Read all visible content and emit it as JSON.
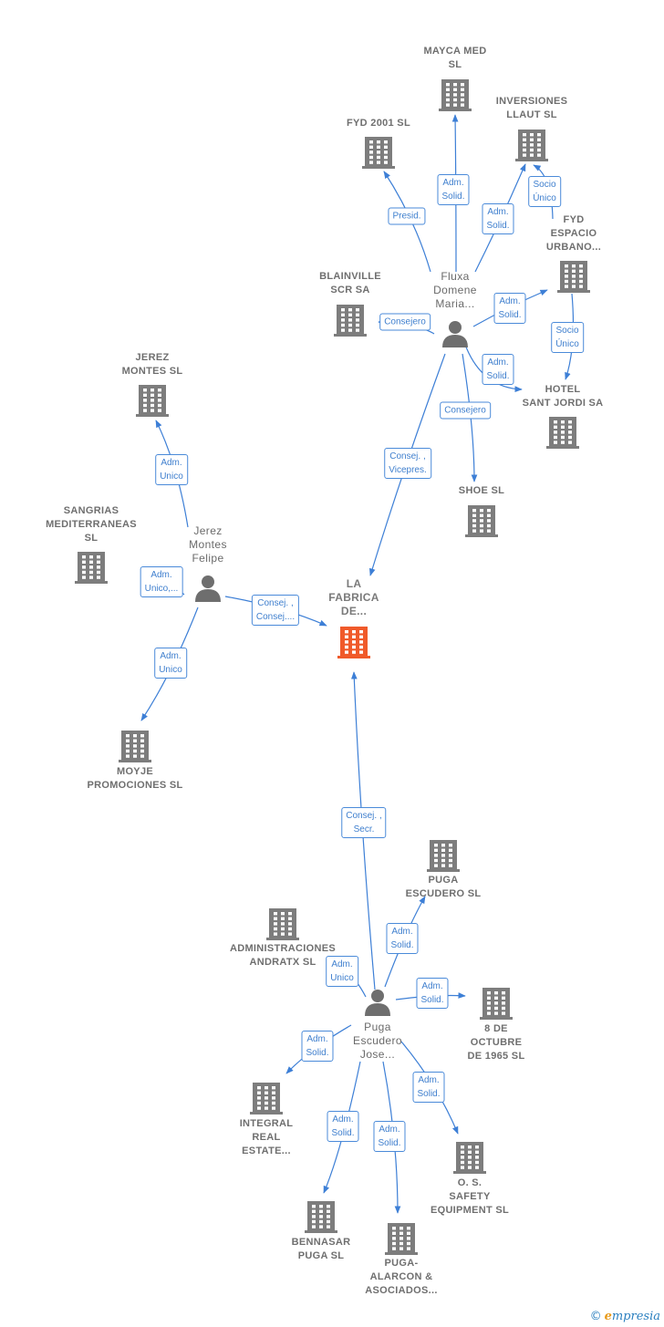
{
  "colors": {
    "edge": "#3d7fd6",
    "company": "#7d7d7d",
    "main_company": "#f05a2a",
    "person": "#6e6e6e"
  },
  "nodes": [
    {
      "id": "la_fabrica",
      "type": "main_company",
      "lines": [
        "LA",
        "FABRICA",
        "DE..."
      ]
    },
    {
      "id": "mayca",
      "type": "company",
      "lines": [
        "MAYCA MED",
        "SL"
      ]
    },
    {
      "id": "inversiones",
      "type": "company",
      "lines": [
        "INVERSIONES",
        "LLAUT  SL"
      ]
    },
    {
      "id": "fyd2001",
      "type": "company",
      "lines": [
        "FYD 2001 SL"
      ]
    },
    {
      "id": "fydespacio",
      "type": "company",
      "lines": [
        "FYD",
        "ESPACIO",
        "URBANO..."
      ]
    },
    {
      "id": "blainville",
      "type": "company",
      "lines": [
        "BLAINVILLE",
        "SCR SA"
      ]
    },
    {
      "id": "fluxa",
      "type": "person",
      "lines": [
        "Fluxa",
        "Domene",
        "Maria..."
      ]
    },
    {
      "id": "hotel",
      "type": "company",
      "lines": [
        "HOTEL",
        "SANT JORDI SA"
      ]
    },
    {
      "id": "shoe",
      "type": "company",
      "lines": [
        "SHOE SL"
      ]
    },
    {
      "id": "jerezmontes",
      "type": "company",
      "lines": [
        "JEREZ",
        "MONTES SL"
      ]
    },
    {
      "id": "sangrias",
      "type": "company",
      "lines": [
        "SANGRIAS",
        "MEDITERRANEAS",
        "SL"
      ]
    },
    {
      "id": "jerezfelipe",
      "type": "person",
      "lines": [
        "Jerez",
        "Montes",
        "Felipe"
      ]
    },
    {
      "id": "moyje",
      "type": "company",
      "lines": [
        "MOYJE",
        "PROMOCIONES SL"
      ]
    },
    {
      "id": "pugaescudero",
      "type": "company",
      "lines": [
        "PUGA",
        "ESCUDERO  SL"
      ]
    },
    {
      "id": "andratx",
      "type": "company",
      "lines": [
        "ADMINISTRACIONES",
        "ANDRATX SL"
      ]
    },
    {
      "id": "pugajose",
      "type": "person",
      "lines": [
        "Puga",
        "Escudero",
        "Jose..."
      ]
    },
    {
      "id": "octubre",
      "type": "company",
      "lines": [
        "8 DE",
        "OCTUBRE",
        "DE 1965  SL"
      ]
    },
    {
      "id": "integral",
      "type": "company",
      "lines": [
        "INTEGRAL",
        "REAL",
        "ESTATE..."
      ]
    },
    {
      "id": "os",
      "type": "company",
      "lines": [
        "O. S.",
        "SAFETY",
        "EQUIPMENT SL"
      ]
    },
    {
      "id": "bennasar",
      "type": "company",
      "lines": [
        "BENNASAR",
        "PUGA  SL"
      ]
    },
    {
      "id": "pugaalarcon",
      "type": "company",
      "lines": [
        "PUGA-",
        "ALARCON &",
        "ASOCIADOS..."
      ]
    }
  ],
  "edges": [
    {
      "id": "e1",
      "from": "fluxa",
      "to": "mayca",
      "lines": [
        "Adm.",
        "Solid."
      ]
    },
    {
      "id": "e2",
      "from": "fluxa",
      "to": "fyd2001",
      "lines": [
        "Presid."
      ]
    },
    {
      "id": "e3",
      "from": "fluxa",
      "to": "inversiones",
      "lines": [
        "Adm.",
        "Solid."
      ]
    },
    {
      "id": "e4",
      "from": "fydespacio",
      "to": "inversiones",
      "lines": [
        "Socio",
        "Único"
      ]
    },
    {
      "id": "e5",
      "from": "fluxa",
      "to": "blainville",
      "lines": [
        "Consejero"
      ]
    },
    {
      "id": "e6",
      "from": "fluxa",
      "to": "fydespacio",
      "lines": [
        "Adm.",
        "Solid."
      ]
    },
    {
      "id": "e7",
      "from": "fydespacio",
      "to": "hotel",
      "lines": [
        "Socio",
        "Único"
      ]
    },
    {
      "id": "e8",
      "from": "fluxa",
      "to": "hotel",
      "lines": [
        "Adm.",
        "Solid."
      ]
    },
    {
      "id": "e9",
      "from": "fluxa",
      "to": "shoe",
      "lines": [
        "Consejero"
      ]
    },
    {
      "id": "e10",
      "from": "fluxa",
      "to": "la_fabrica",
      "lines": [
        "Consej. ,",
        "Vicepres."
      ]
    },
    {
      "id": "e11",
      "from": "jerezfelipe",
      "to": "jerezmontes",
      "lines": [
        "Adm.",
        "Unico"
      ]
    },
    {
      "id": "e12",
      "from": "jerezfelipe",
      "to": "sangrias",
      "lines": [
        "Adm.",
        "Unico,..."
      ]
    },
    {
      "id": "e13",
      "from": "jerezfelipe",
      "to": "la_fabrica",
      "lines": [
        "Consej. ,",
        "Consej...."
      ]
    },
    {
      "id": "e14",
      "from": "jerezfelipe",
      "to": "moyje",
      "lines": [
        "Adm.",
        "Unico"
      ]
    },
    {
      "id": "e15",
      "from": "pugajose",
      "to": "la_fabrica",
      "lines": [
        "Consej. ,",
        "Secr."
      ]
    },
    {
      "id": "e16",
      "from": "pugajose",
      "to": "pugaescudero",
      "lines": [
        "Adm.",
        "Solid."
      ]
    },
    {
      "id": "e17",
      "from": "pugajose",
      "to": "andratx",
      "lines": [
        "Adm.",
        "Unico"
      ]
    },
    {
      "id": "e18",
      "from": "pugajose",
      "to": "octubre",
      "lines": [
        "Adm.",
        "Solid."
      ]
    },
    {
      "id": "e19",
      "from": "pugajose",
      "to": "integral",
      "lines": [
        "Adm.",
        "Solid."
      ]
    },
    {
      "id": "e20",
      "from": "pugajose",
      "to": "os",
      "lines": [
        "Adm.",
        "Solid."
      ]
    },
    {
      "id": "e21",
      "from": "pugajose",
      "to": "bennasar",
      "lines": [
        "Adm.",
        "Solid."
      ]
    },
    {
      "id": "e22",
      "from": "pugajose",
      "to": "pugaalarcon",
      "lines": [
        "Adm.",
        "Solid."
      ]
    }
  ],
  "footer": {
    "copyright": "©",
    "brand_initial": "e",
    "brand_rest": "mpresia"
  }
}
